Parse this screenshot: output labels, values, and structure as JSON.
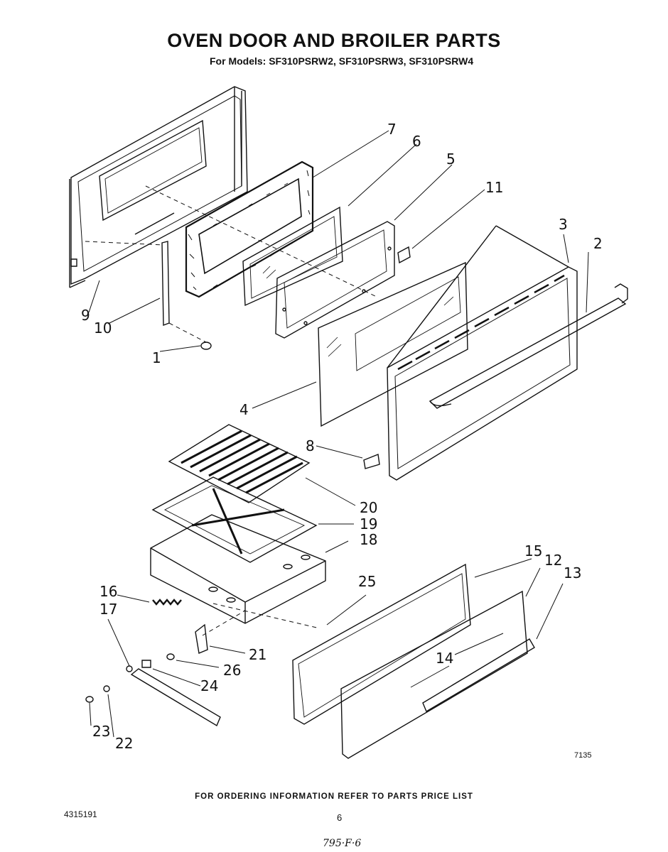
{
  "header": {
    "title": "OVEN DOOR AND BROILER PARTS",
    "subtitle": "For Models: SF310PSRW2, SF310PSRW3, SF310PSRW4"
  },
  "callouts": [
    "1",
    "2",
    "3",
    "4",
    "5",
    "6",
    "7",
    "8",
    "9",
    "10",
    "11",
    "12",
    "13",
    "14",
    "15",
    "16",
    "17",
    "18",
    "19",
    "20",
    "21",
    "22",
    "23",
    "24",
    "25",
    "26"
  ],
  "figure_number": "7135",
  "footer": {
    "ordering_note": "FOR ORDERING INFORMATION REFER TO PARTS PRICE LIST",
    "document_number": "4315191",
    "page_number": "6",
    "handwritten_note": "795·F·6"
  }
}
